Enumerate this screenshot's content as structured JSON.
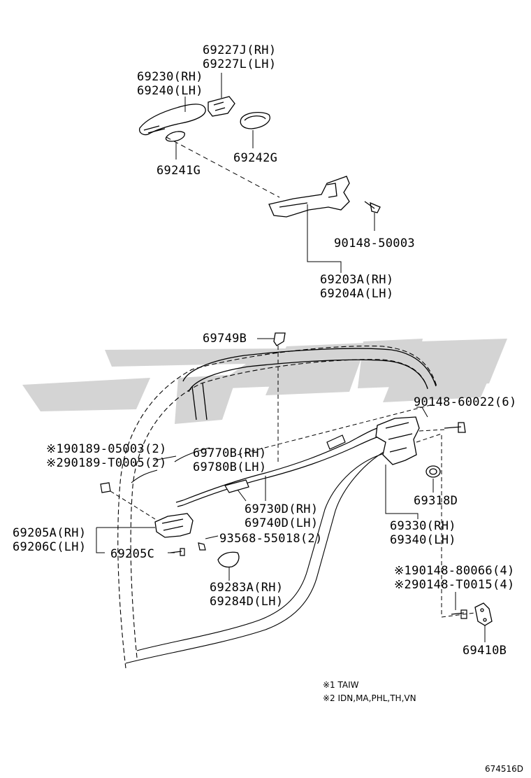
{
  "colors": {
    "line": "#000000",
    "watermark": "#d4d4d4",
    "part_fill": "#ffffff"
  },
  "labels": {
    "p69227": [
      "69227J(RH)",
      "69227L(LH)"
    ],
    "p69230": [
      "69230(RH)",
      "69240(LH)"
    ],
    "p69242g": "69242G",
    "p69241g": "69241G",
    "p90148_50003": "90148-50003",
    "p69203": [
      "69203A(RH)",
      "69204A(LH)"
    ],
    "p69749b": "69749B",
    "p90148_60022": "90148-60022(6)",
    "p90189": [
      "※190189-05003(2)",
      "※290189-T0005(2)"
    ],
    "p69770": [
      "69770B(RH)",
      "69780B(LH)"
    ],
    "p69318d": "69318D",
    "p69730": [
      "69730D(RH)",
      "69740D(LH)"
    ],
    "p69330": [
      "69330(RH)",
      "69340(LH)"
    ],
    "p69205": [
      "69205A(RH)",
      "69206C(LH)"
    ],
    "p93568": "93568-55018(2)",
    "p69205c": "69205C",
    "p90148_80066": [
      "※190148-80066(4)",
      "※290148-T0015(4)"
    ],
    "p69283": [
      "69283A(RH)",
      "69284D(LH)"
    ],
    "p69410b": "69410B"
  },
  "notes": [
    "※1 TAIW",
    "※2 IDN,MA,PHL,TH,VN"
  ],
  "diagram_code": "674516D",
  "icons": {
    "handle": "outside-handle-icon",
    "frame": "handle-frame-icon",
    "lock": "door-lock-icon",
    "striker": "striker-icon",
    "watermark": "logo-watermark"
  }
}
